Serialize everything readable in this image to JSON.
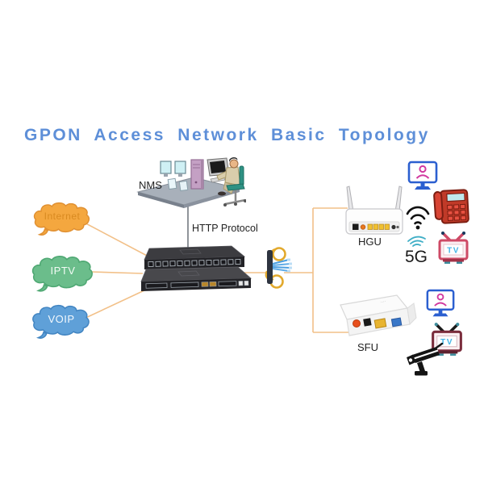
{
  "title": "GPON Access Network Basic Topology",
  "nms": {
    "label": "NMS",
    "protocol": "HTTP Protocol"
  },
  "clouds": [
    {
      "id": "internet",
      "label": "Internet",
      "fill": "#F4A73F"
    },
    {
      "id": "iptv",
      "label": "IPTV",
      "fill": "#6BBD8B"
    },
    {
      "id": "voip",
      "label": "VOIP",
      "fill": "#5FA0D8"
    }
  ],
  "devices": {
    "olt": {
      "name": "olt-switch-stack"
    },
    "splitter": {
      "name": "optical-splitter"
    },
    "hgu": {
      "label": "HGU"
    },
    "sfu": {
      "label": "SFU"
    }
  },
  "icons": {
    "five_g_label": "5G",
    "tv_label": "TV",
    "hgu_side": [
      "video-call-monitor",
      "telephone",
      "wifi",
      "tv",
      "5g"
    ],
    "sfu_side": [
      "video-call-monitor",
      "tv",
      "cctv-camera"
    ]
  },
  "colors": {
    "title": "#5E8FD8",
    "fiber_line": "#F2C088",
    "nms_line": "#8F949A",
    "switch_dark": "#232327",
    "splitter_coil": "#E2A92C",
    "splitter_fiber": "#4C9FE0",
    "monitor_icon_blue": "#2B5FD0",
    "person_icon_pink": "#D23AA0",
    "phone_red": "#BE3526",
    "tv_outline_hgu": "#CE4A66",
    "tv_outline_sfu": "#7A2C3C",
    "tv_text": "#45B6E8",
    "five_g_wave": "#3FAEC6"
  }
}
